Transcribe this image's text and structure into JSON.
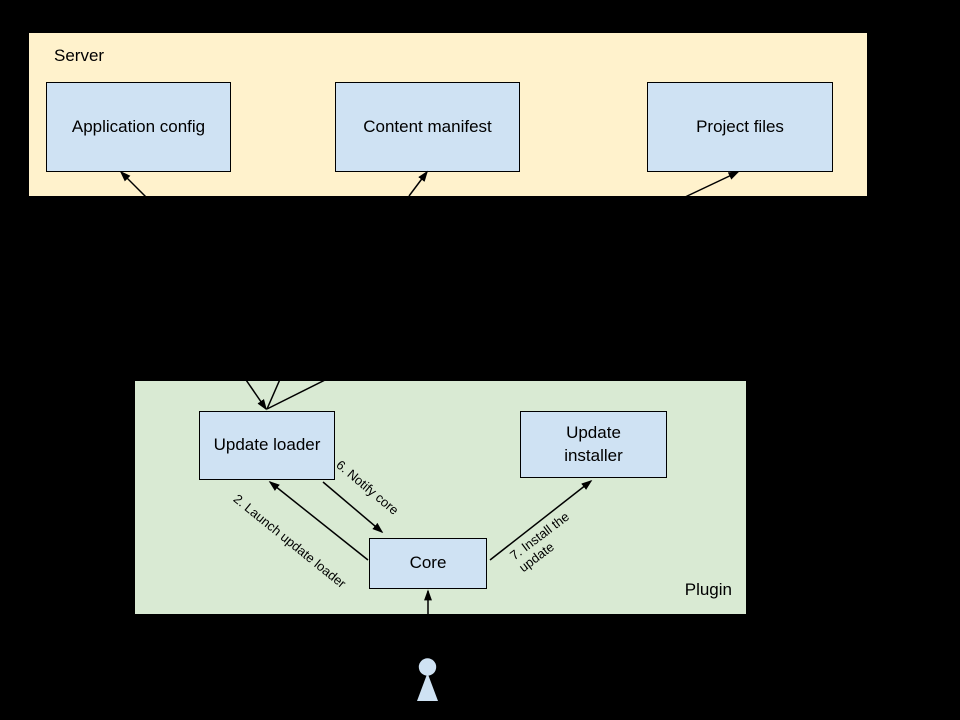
{
  "diagram": {
    "background_color": "#000000",
    "line_color": "#000000",
    "node_fill": "#cfe2f3",
    "groups": {
      "server": {
        "label": "Server",
        "fill": "#fff2cc"
      },
      "plugin": {
        "label": "Plugin",
        "fill": "#d9ead3"
      }
    },
    "nodes": {
      "application_config": "Application config",
      "content_manifest": "Content manifest",
      "project_files": "Project files",
      "update_loader": "Update loader",
      "update_installer": "Update installer",
      "core": "Core"
    },
    "edge_labels": {
      "launch_update_loader": "2. Launch update loader",
      "notify_core": "6. Notify core",
      "install_update_lines": [
        "7. Install the",
        "update"
      ]
    },
    "icons": {
      "actor": "person-icon"
    }
  }
}
